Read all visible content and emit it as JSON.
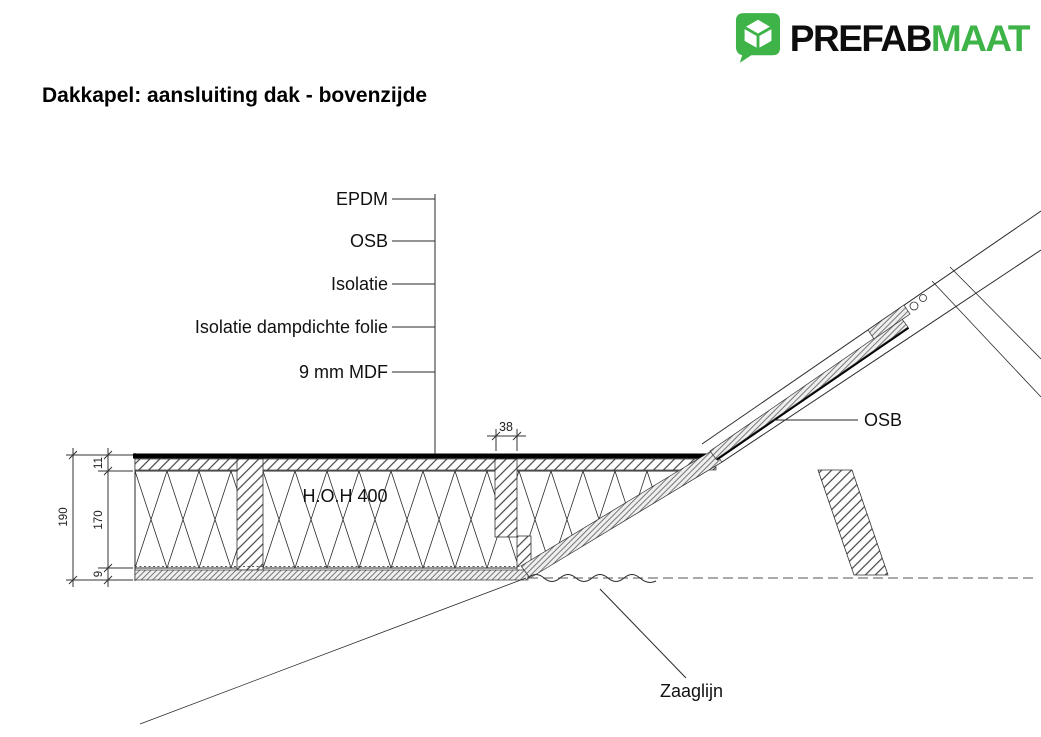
{
  "logo": {
    "text_dark": "PREFAB",
    "text_green": "MAAT",
    "green": "#3db348",
    "icon": "prefab-box-icon"
  },
  "title": "Dakkapel: aansluiting dak - bovenzijde",
  "callouts": {
    "epdm": "EPDM",
    "osb": "OSB",
    "isolatie": "Isolatie",
    "folie": "Isolatie dampdichte folie",
    "mdf": "9 mm MDF"
  },
  "labels": {
    "hoh": "H.O.H 400",
    "osb_right": "OSB",
    "zaaglijn": "Zaaglijn"
  },
  "dimensions": {
    "post_width": "38",
    "layer_top": "11",
    "truss_height": "170",
    "total_height": "190",
    "layer_bottom": "9"
  }
}
